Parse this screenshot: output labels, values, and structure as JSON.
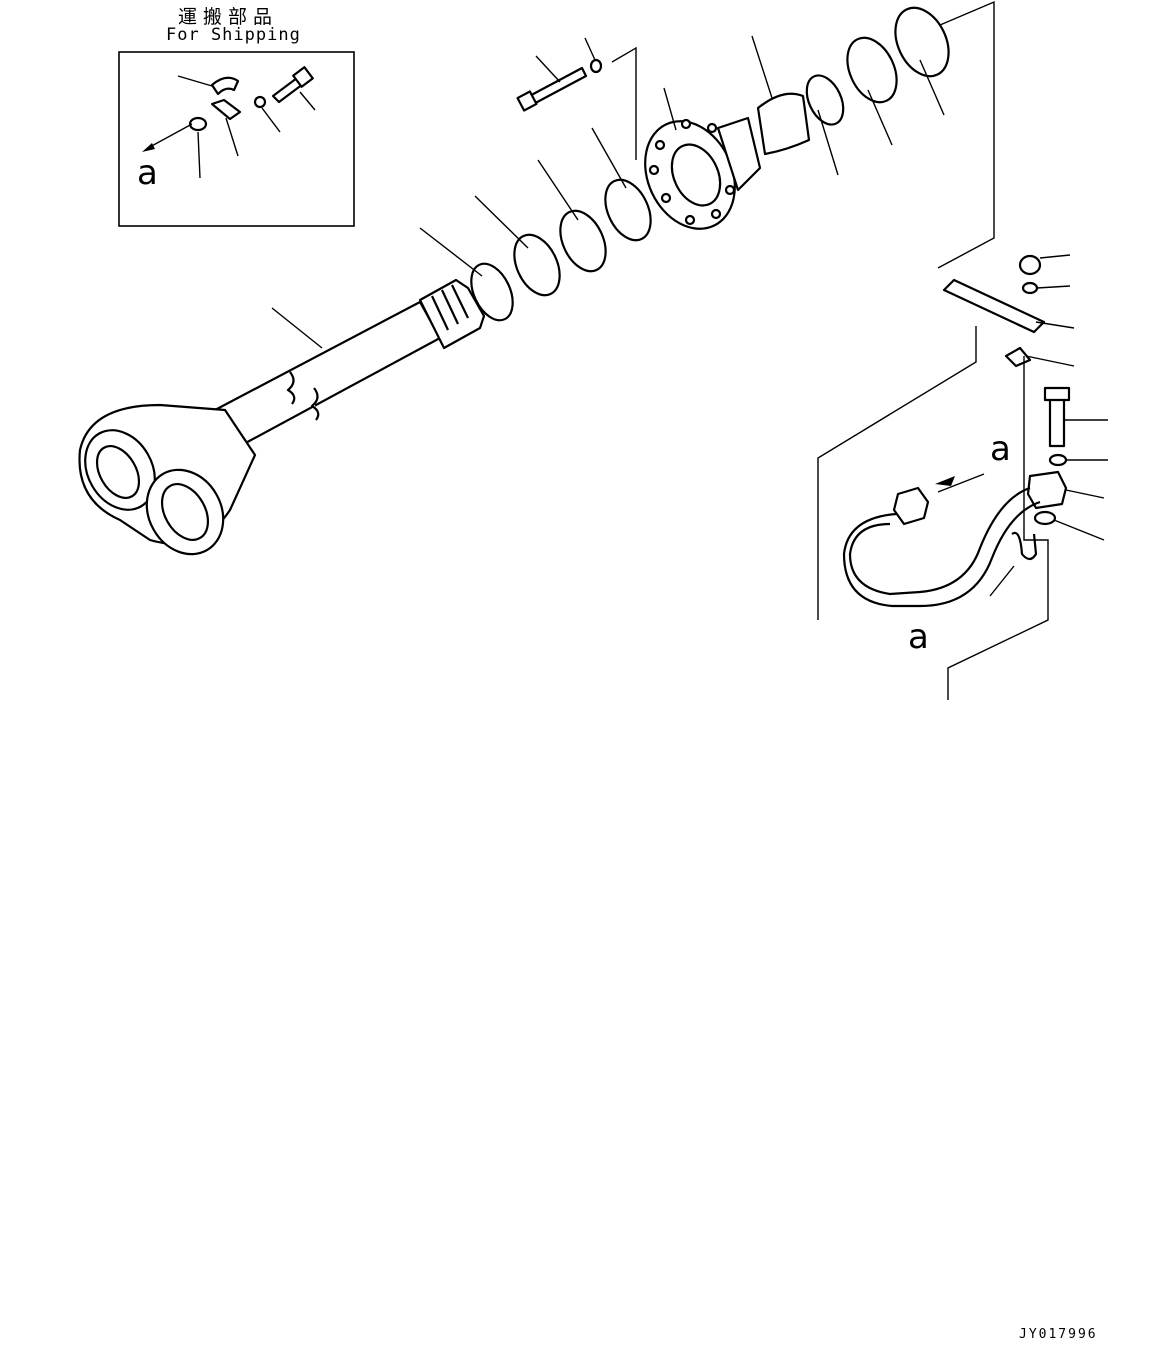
{
  "shipping_box": {
    "title_jp": "運搬部品",
    "title_en": "For Shipping",
    "callout": "a"
  },
  "callouts": {
    "tube_connection": "a",
    "upper_connection": "a"
  },
  "drawing_code": "JY017996",
  "icons": {
    "rod": "cylinder-rod-icon",
    "tube": "cylinder-tube-icon",
    "head": "cylinder-head-icon",
    "piston": "piston-icon"
  }
}
